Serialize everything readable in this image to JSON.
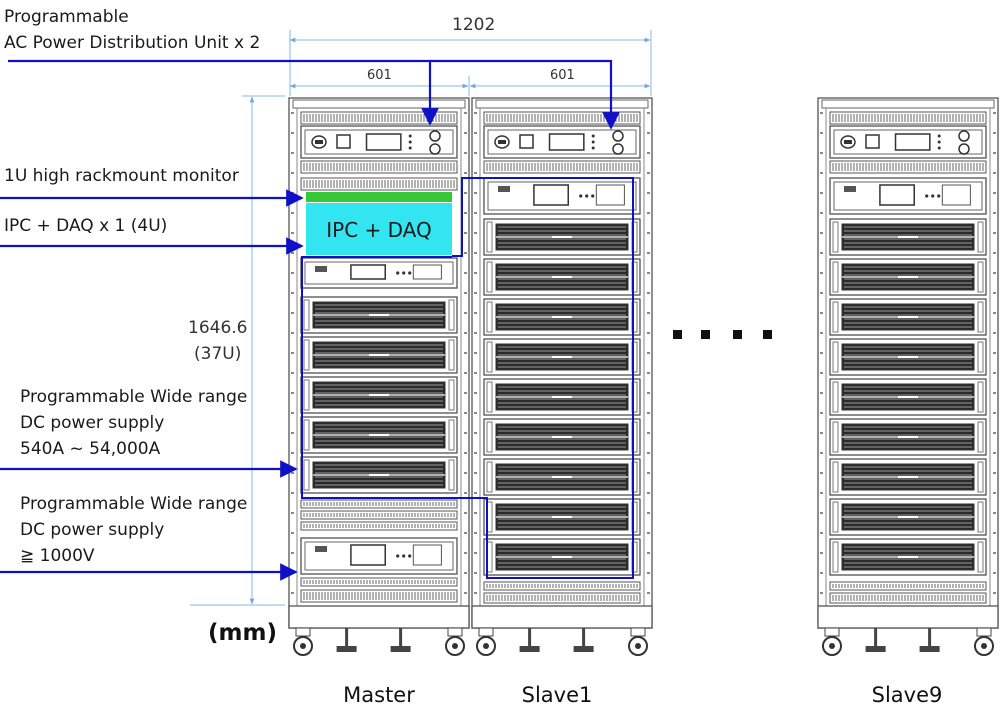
{
  "labels": {
    "ac_pdu_line1": "Programmable",
    "ac_pdu_line2": "AC Power Distribution Unit x 2",
    "monitor": "1U high rackmount monitor",
    "ipc_daq": "IPC + DAQ  x  1 (4U)",
    "dc_wide_line1": "Programmable Wide range",
    "dc_wide_line2": "DC power supply",
    "dc_wide_line3": "540A ~ 54,000A",
    "dc_hv_line1": "Programmable Wide range",
    "dc_hv_line2": "DC power supply",
    "dc_hv_line3": "≧ 1000V"
  },
  "dimensions": {
    "total_width": "1202",
    "rack_width_master": "601",
    "rack_width_slave1": "601",
    "height_value": "1646.6",
    "height_units": "(37U)",
    "unit": "(mm)"
  },
  "ipc_block_label": "IPC + DAQ",
  "ellipsis": "■ ■ ■ ■",
  "racks": {
    "master": "Master",
    "slave1": "Slave1",
    "slave9": "Slave9"
  },
  "colors": {
    "arrow": "#1010c8",
    "ipc_block": "#33e5f0",
    "monitor_band": "#37c837",
    "rack_frame": "#555555",
    "dim_line": "#8ab8e6"
  }
}
